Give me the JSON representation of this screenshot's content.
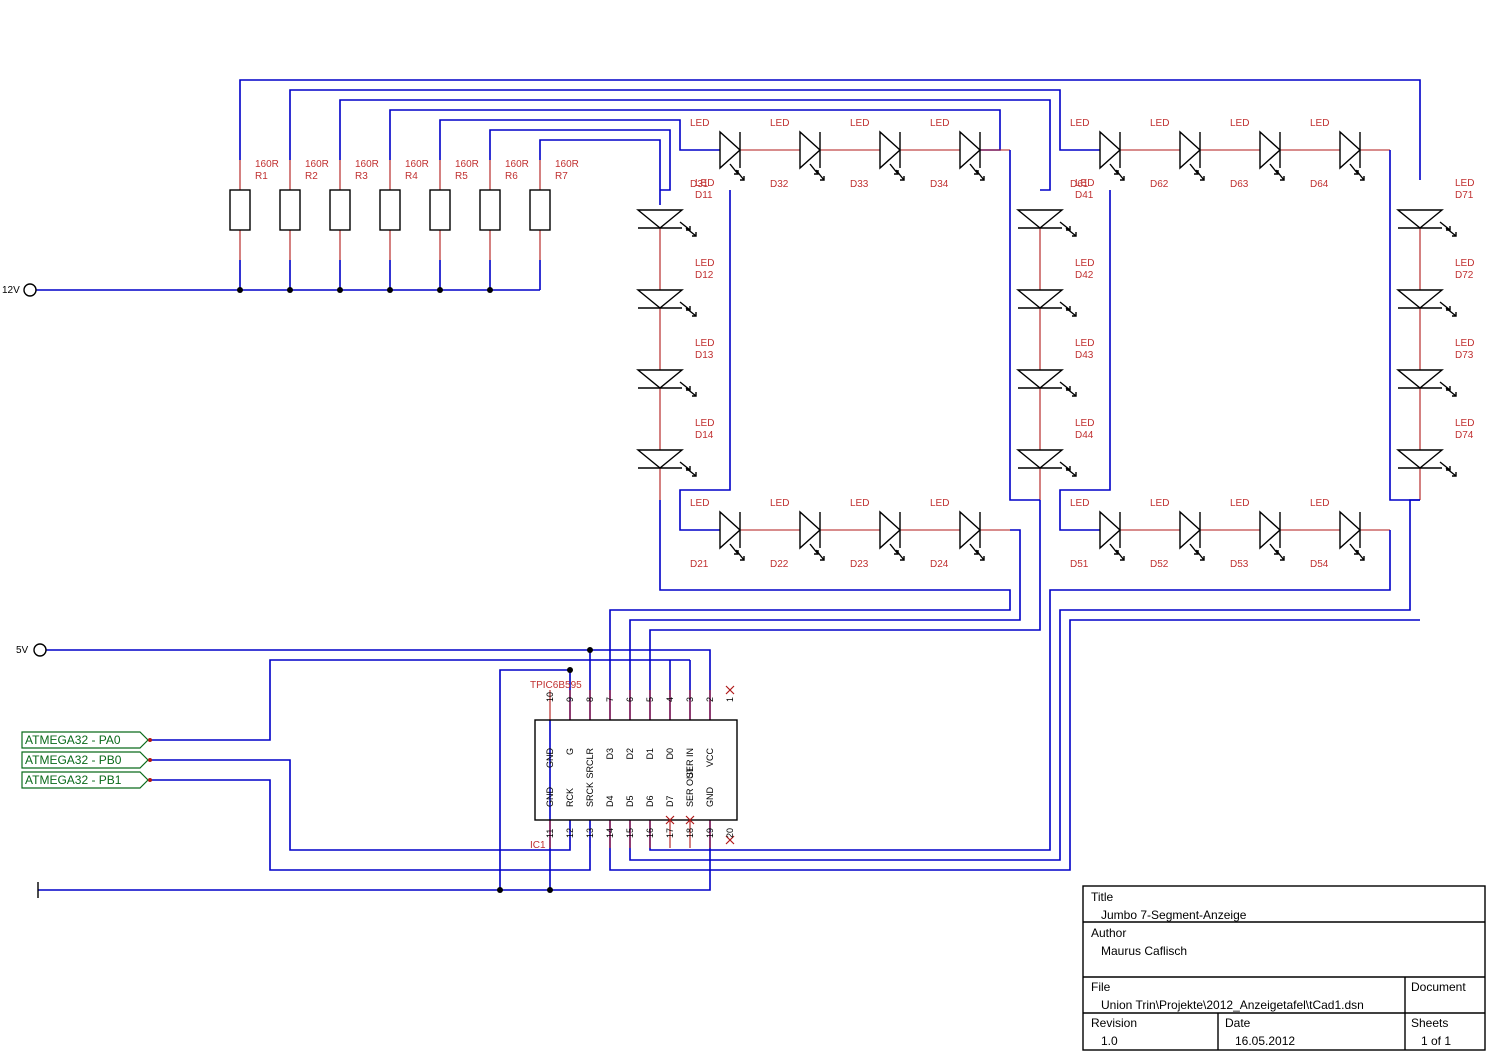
{
  "nets": {
    "v12": "12V",
    "v5": "5V"
  },
  "resistors": [
    {
      "ref": "R1",
      "value": "160R"
    },
    {
      "ref": "R2",
      "value": "160R"
    },
    {
      "ref": "R3",
      "value": "160R"
    },
    {
      "ref": "R4",
      "value": "160R"
    },
    {
      "ref": "R5",
      "value": "160R"
    },
    {
      "ref": "R6",
      "value": "160R"
    },
    {
      "ref": "R7",
      "value": "160R"
    }
  ],
  "led_type": "LED",
  "leds_top1": [
    "D31",
    "D32",
    "D33",
    "D34"
  ],
  "leds_top2": [
    "D61",
    "D62",
    "D63",
    "D64"
  ],
  "leds_bot1": [
    "D21",
    "D22",
    "D23",
    "D24"
  ],
  "leds_bot2": [
    "D51",
    "D52",
    "D53",
    "D54"
  ],
  "leds_left": [
    "D11",
    "D12",
    "D13",
    "D14"
  ],
  "leds_mid": [
    "D41",
    "D42",
    "D43",
    "D44"
  ],
  "leds_right": [
    "D71",
    "D72",
    "D73",
    "D74"
  ],
  "ic": {
    "part": "TPIC6B595",
    "ref": "IC1",
    "top_pins": [
      {
        "num": "10",
        "name": "GND"
      },
      {
        "num": "9",
        "name": "G"
      },
      {
        "num": "8",
        "name": "SRCLR"
      },
      {
        "num": "7",
        "name": "D3"
      },
      {
        "num": "6",
        "name": "D2"
      },
      {
        "num": "5",
        "name": "D1"
      },
      {
        "num": "4",
        "name": "D0"
      },
      {
        "num": "3",
        "name": "SER IN"
      },
      {
        "num": "2",
        "name": "VCC"
      },
      {
        "num": "1",
        "name": ""
      }
    ],
    "bottom_pins": [
      {
        "num": "11",
        "name": "GND"
      },
      {
        "num": "12",
        "name": "RCK"
      },
      {
        "num": "13",
        "name": "SRCK"
      },
      {
        "num": "14",
        "name": "D4"
      },
      {
        "num": "15",
        "name": "D5"
      },
      {
        "num": "16",
        "name": "D6"
      },
      {
        "num": "17",
        "name": "D7"
      },
      {
        "num": "18",
        "name": "SER OUT"
      },
      {
        "num": "19",
        "name": "GND"
      },
      {
        "num": "20",
        "name": ""
      }
    ]
  },
  "ports": [
    "ATMEGA32 - PA0",
    "ATMEGA32 - PB0",
    "ATMEGA32 - PB1"
  ],
  "title_block": {
    "title_label": "Title",
    "title": "Jumbo 7-Segment-Anzeige",
    "author_label": "Author",
    "author": "Maurus Caflisch",
    "file_label": "File",
    "file": "Union Trin\\Projekte\\2012_Anzeigetafel\\tCad1.dsn",
    "document_label": "Document",
    "revision_label": "Revision",
    "revision": "1.0",
    "date_label": "Date",
    "date": "16.05.2012",
    "sheets_label": "Sheets",
    "sheets": "1 of 1"
  },
  "colors": {
    "wire": "#0000c8",
    "label": "#c03030",
    "port": "#0a6a1a"
  }
}
